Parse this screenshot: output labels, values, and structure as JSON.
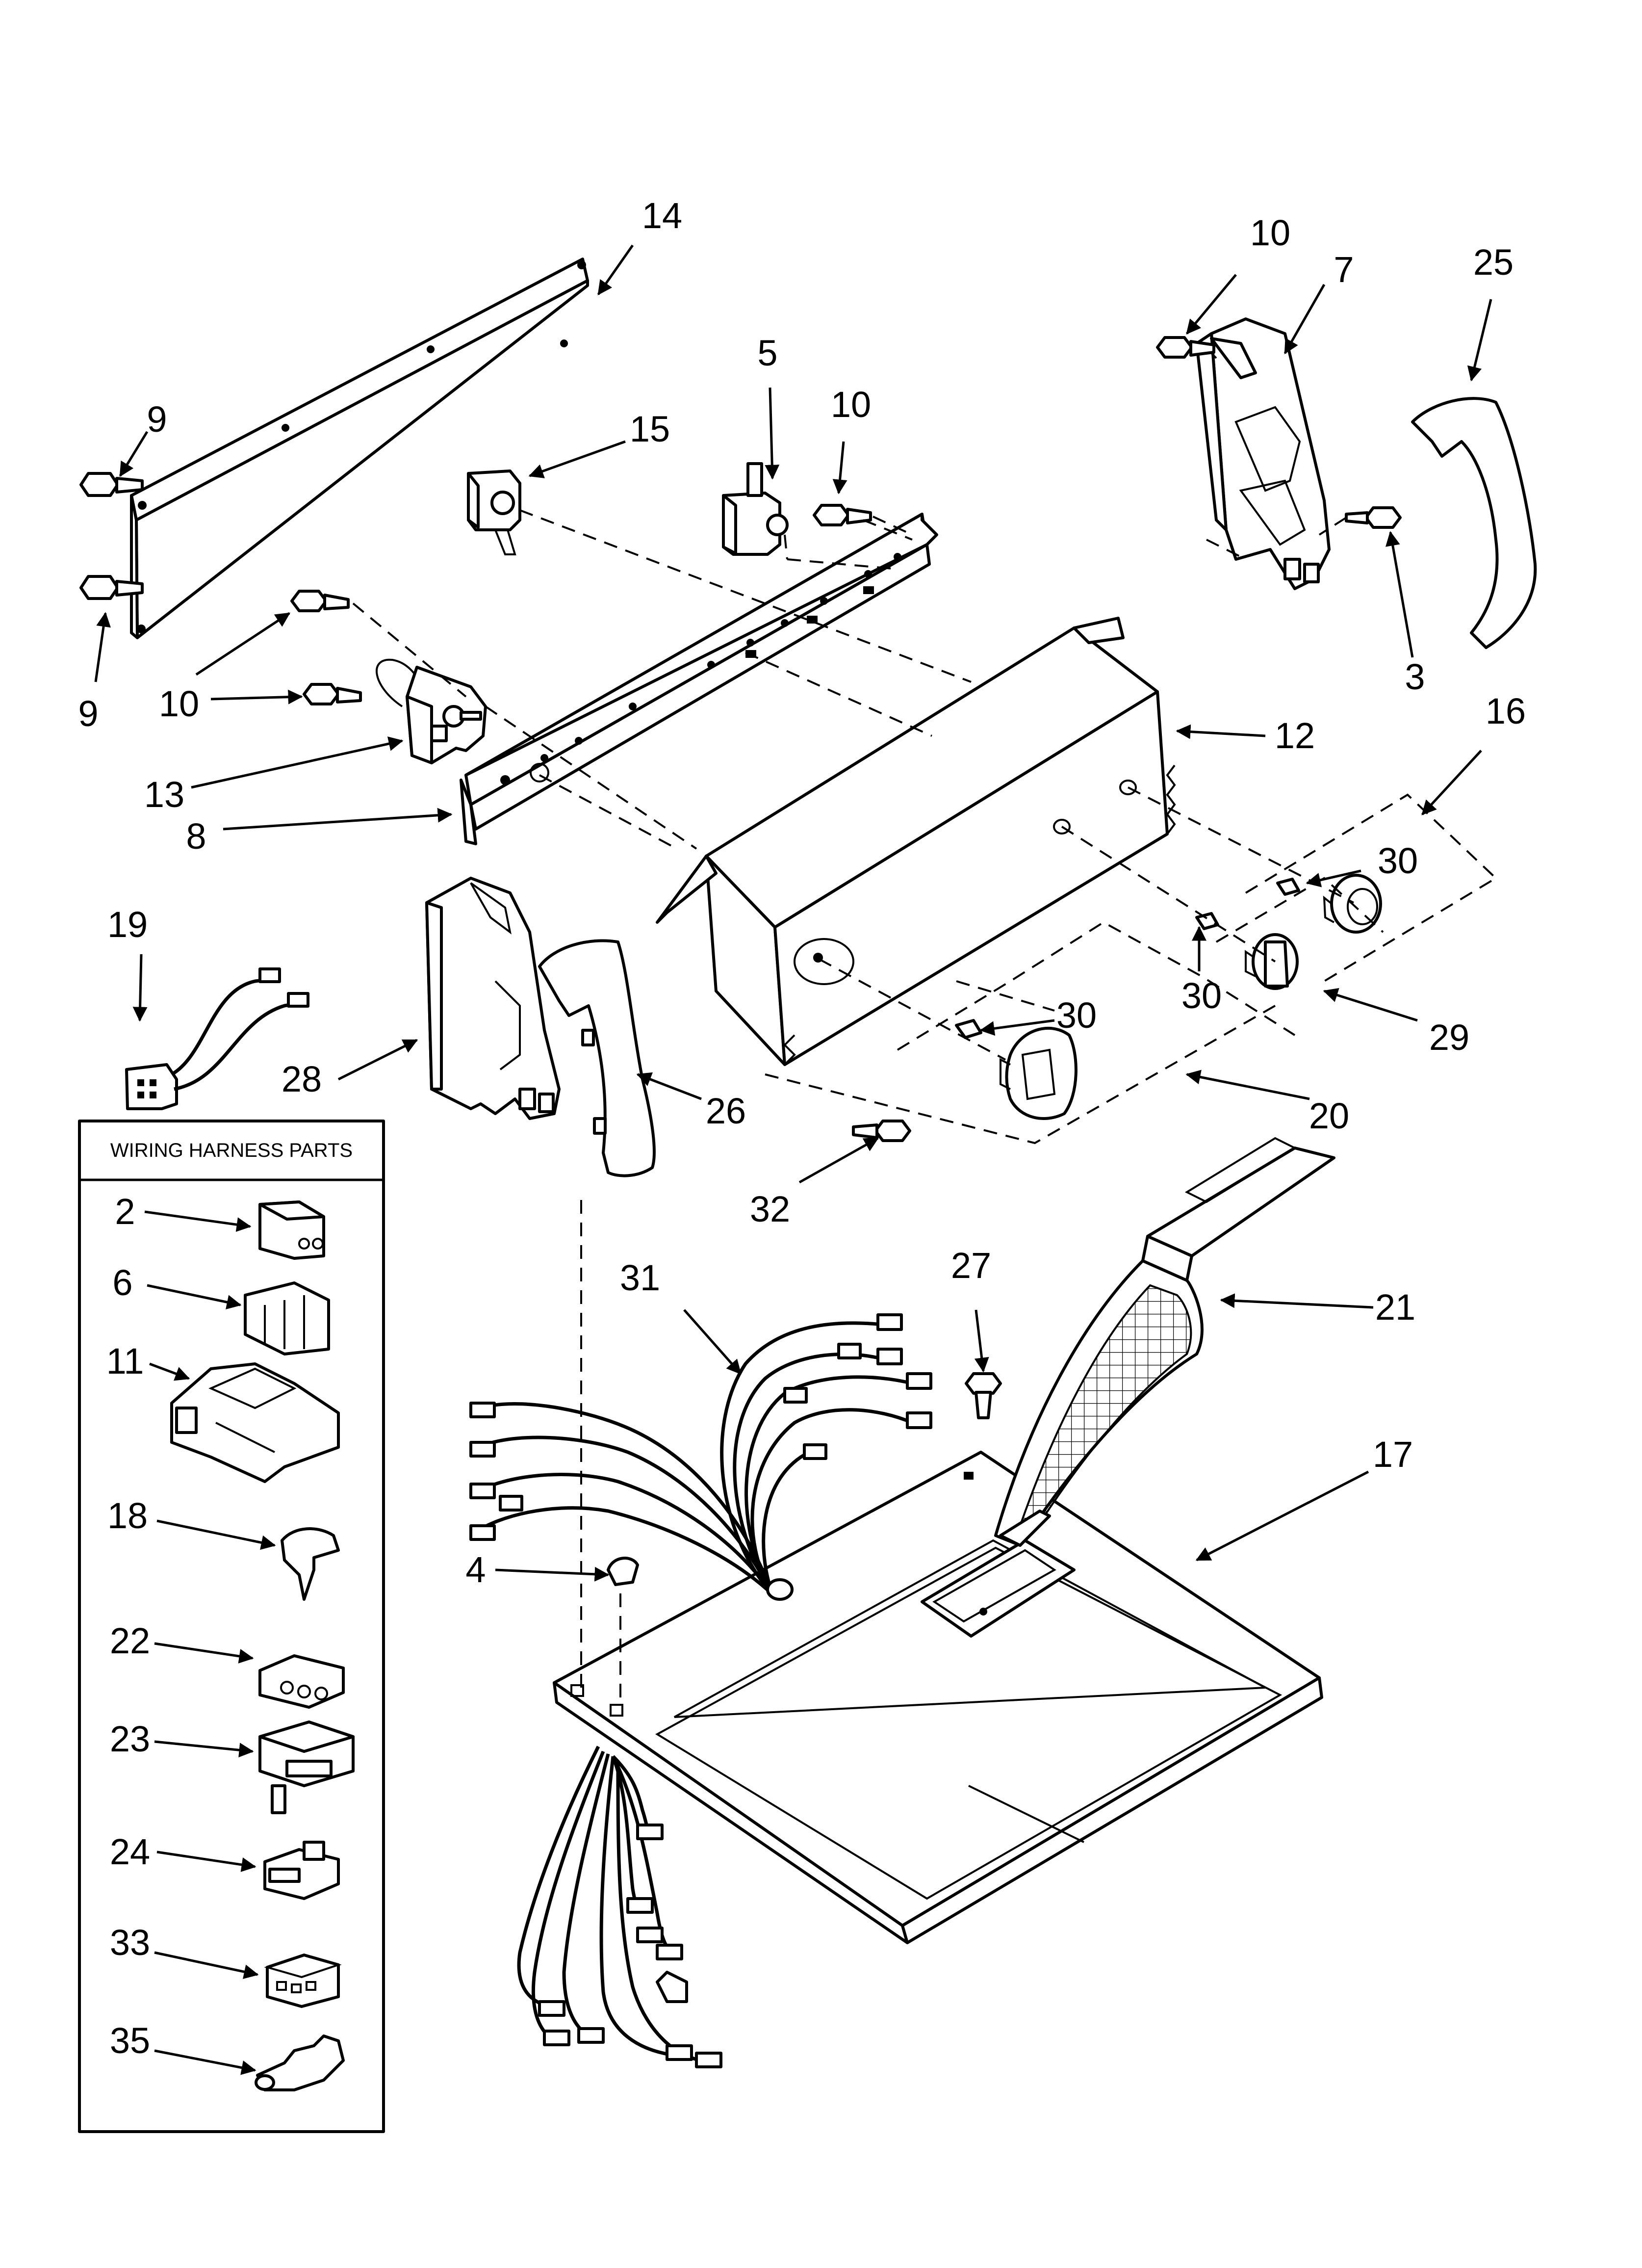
{
  "callouts": {
    "c2": "2",
    "c3": "3",
    "c4": "4",
    "c5": "5",
    "c6": "6",
    "c7": "7",
    "c8": "8",
    "c9a": "9",
    "c9b": "9",
    "c10a": "10",
    "c10b": "10",
    "c10c": "10",
    "c10d": "10",
    "c11": "11",
    "c12": "12",
    "c13": "13",
    "c14": "14",
    "c15": "15",
    "c16": "16",
    "c17": "17",
    "c18": "18",
    "c19": "19",
    "c20": "20",
    "c21": "21",
    "c22": "22",
    "c23": "23",
    "c24": "24",
    "c25": "25",
    "c26": "26",
    "c27": "27",
    "c28": "28",
    "c29": "29",
    "c30a": "30",
    "c30b": "30",
    "c30c": "30",
    "c31": "31",
    "c32": "32",
    "c33": "33",
    "c35": "35"
  },
  "wiring_box": {
    "title": "WIRING HARNESS PARTS"
  }
}
